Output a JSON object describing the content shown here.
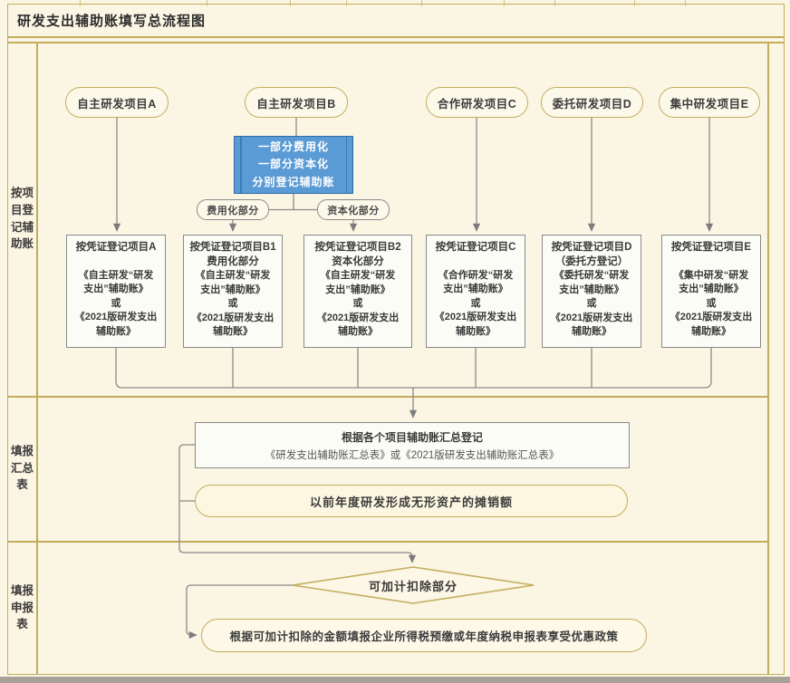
{
  "title": "研发支出辅助账填写总流程图",
  "sidebar": {
    "sections": [
      {
        "label": "按项目登记辅助账"
      },
      {
        "label": "填报汇总表"
      },
      {
        "label": "填报申报表"
      }
    ]
  },
  "top_nodes": [
    {
      "label": "自主研发项目A"
    },
    {
      "label": "自主研发项目B"
    },
    {
      "label": "合作研发项目C"
    },
    {
      "label": "委托研发项目D"
    },
    {
      "label": "集中研发项目E"
    }
  ],
  "blue_box": {
    "text": "一部分费用化\n一部分资本化\n分别登记辅助账"
  },
  "branch_labels": [
    {
      "label": "费用化部分"
    },
    {
      "label": "资本化部分"
    }
  ],
  "detail_boxes": [
    {
      "title": "按凭证登记项目A",
      "subtitle": "",
      "body": "《自主研发“研发\n支出”辅助账》\n或\n《2021版研发支出\n辅助账》"
    },
    {
      "title": "按凭证登记项目B1",
      "subtitle": "费用化部分",
      "body": "《自主研发“研发\n支出”辅助账》\n或\n《2021版研发支出\n辅助账》"
    },
    {
      "title": "按凭证登记项目B2",
      "subtitle": "资本化部分",
      "body": "《自主研发“研发\n支出”辅助账》\n或\n《2021版研发支出\n辅助账》"
    },
    {
      "title": "按凭证登记项目C",
      "subtitle": "",
      "body": "《合作研发“研发\n支出”辅助账》\n或\n《2021版研发支出\n辅助账》"
    },
    {
      "title": "按凭证登记项目D",
      "subtitle": "（委托方登记）",
      "body": "《委托研发“研发\n支出”辅助账》\n或\n《2021版研发支出\n辅助账》"
    },
    {
      "title": "按凭证登记项目E",
      "subtitle": "",
      "body": "《集中研发“研发\n支出”辅助账》\n或\n《2021版研发支出\n辅助账》"
    }
  ],
  "summary_box": {
    "line1": "根据各个项目辅助账汇总登记",
    "line2": "《研发支出辅助账汇总表》或《2021版研发支出辅助账汇总表》"
  },
  "amortization_node": {
    "label": "以前年度研发形成无形资产的摊销额"
  },
  "decision_node": {
    "label": "可加计扣除部分"
  },
  "final_node": {
    "label": "根据可加计扣除的金额填报企业所得税预缴或年度纳税申报表享受优惠政策"
  },
  "colors": {
    "background": "#fbf5e4",
    "frame": "#c3ad5c",
    "connector": "#8a8a8a",
    "blue_fill": "#5b9bd5",
    "blue_border": "#2e6da4",
    "node_fill": "#fdf9ea",
    "box_fill": "#fcfcf7",
    "text": "#3a3a3a"
  }
}
